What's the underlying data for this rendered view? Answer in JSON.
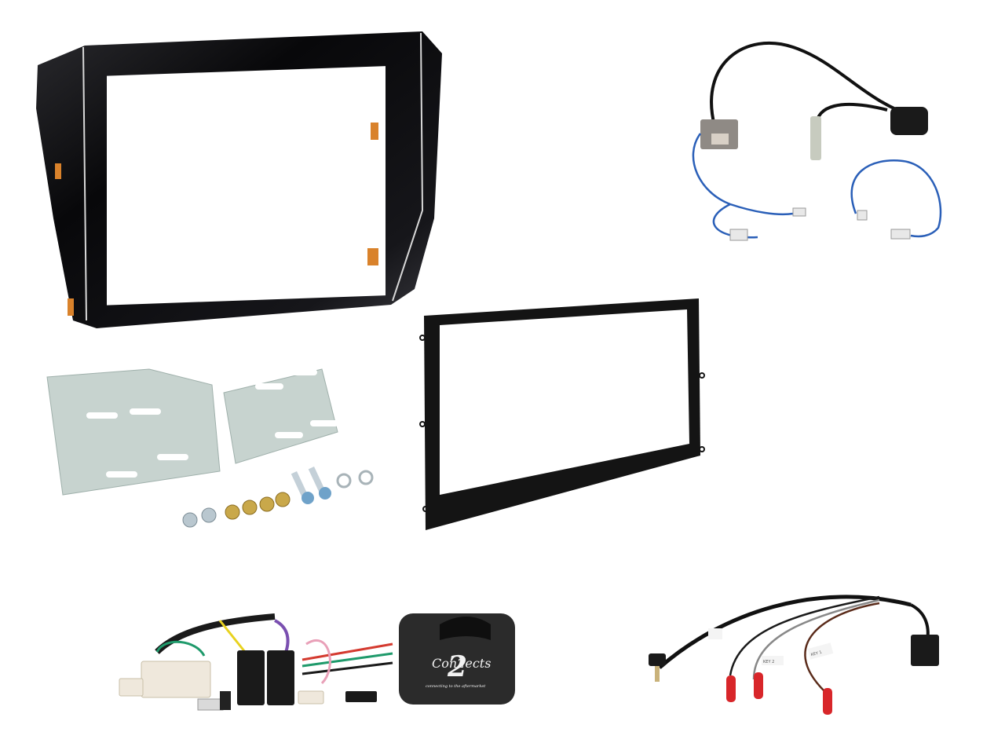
{
  "image": {
    "kind": "product-photo",
    "background": "#ffffff",
    "subject": "Car stereo double-DIN fitting kit components"
  },
  "components": [
    {
      "id": "main-fascia",
      "label": "Gloss black fascia panel with orange clips",
      "color": "#0c0c0e",
      "accent": "#d9822b"
    },
    {
      "id": "antenna-adapter",
      "label": "Antenna adapter cables",
      "cable_color": "#111111",
      "lead_color": "#2a5fb8",
      "connector_color": "#8f8a85"
    },
    {
      "id": "mounting-brackets",
      "label": "Metal side brackets",
      "color": "#c7d3cf"
    },
    {
      "id": "screws",
      "label": "Screws, nuts and washers",
      "count": 12
    },
    {
      "id": "surround-frame",
      "label": "Black trim surround frame",
      "color": "#141414"
    },
    {
      "id": "harness",
      "label": "ISO wiring harness with USB",
      "wire_colors": [
        "#1f9a6b",
        "#e8d21f",
        "#7a4fb0",
        "#d43a2f",
        "#e9a0b8",
        "#1a1a1a"
      ]
    },
    {
      "id": "steering-interface",
      "label": "Steering control interface",
      "logo": "Con2ects",
      "logo_big": "2",
      "tagline": "connecting to the aftermarket",
      "color": "#2b2b2b"
    },
    {
      "id": "sws-patch-lead",
      "label": "Stereo patch lead",
      "tags": [
        "KEY 2",
        "KEY 1"
      ],
      "pin_color": "#d8262a"
    }
  ]
}
